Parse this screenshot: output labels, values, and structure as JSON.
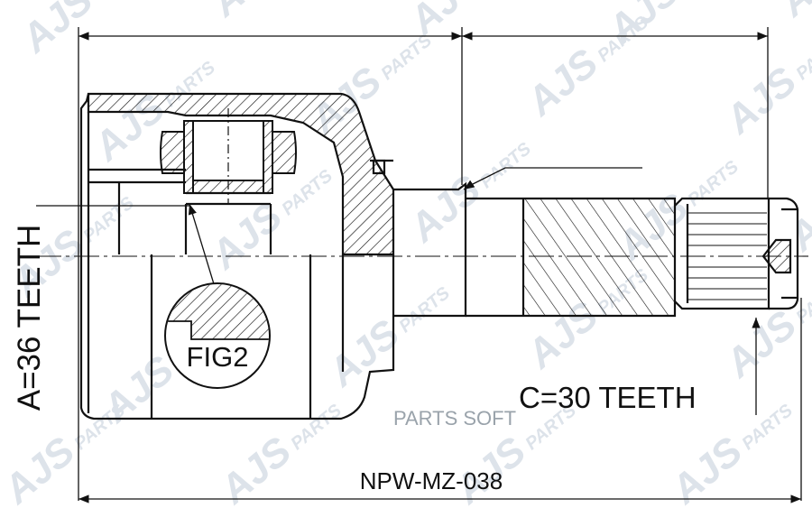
{
  "labels": {
    "label_a": "A=36 TEETH",
    "label_c": "C=30 TEETH",
    "fig_label": "FIG2",
    "part_number": "NPW-MZ-038",
    "overlay_text": "PARTS SOFT"
  },
  "watermark": {
    "brand": "AJS",
    "sub": "PARTS",
    "color": "#dde3ea"
  },
  "colors": {
    "line": "#111111",
    "overlay": "#9aa3ab"
  }
}
